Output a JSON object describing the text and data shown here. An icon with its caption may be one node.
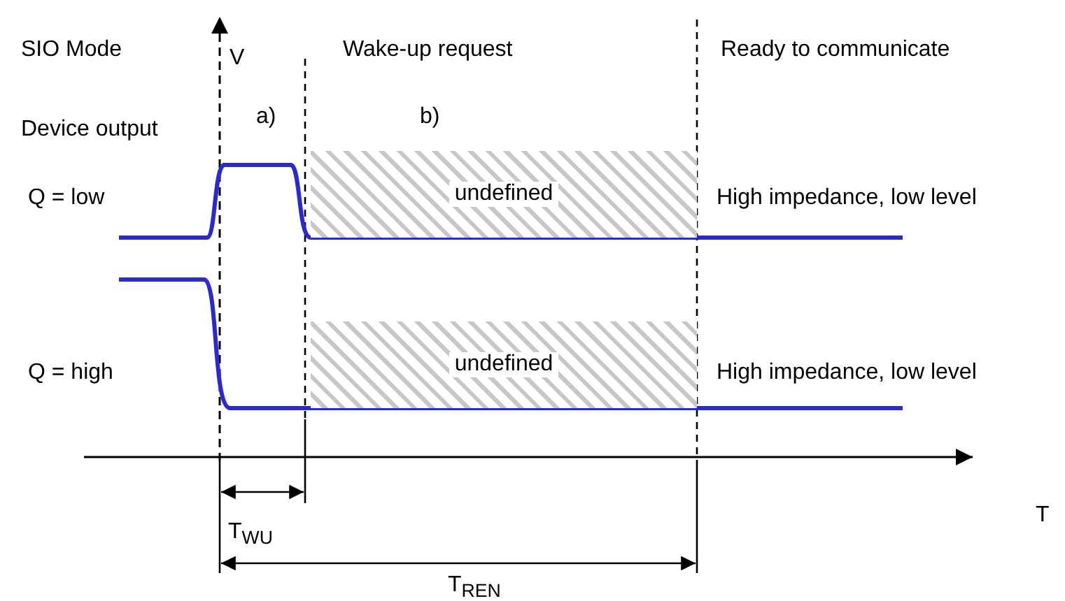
{
  "diagram": {
    "nodes": [
      {
        "text": [
          "undefined"
        ]
      },
      {
        "text": [
          "undefined"
        ]
      }
    ],
    "labels": [
      "SIO Mode",
      "V",
      "Wake-up request",
      "Ready to communicate",
      "Device output",
      "a)",
      "b)",
      "Q = low",
      "High impedance, low level",
      "Q = high",
      "High impedance, low level",
      "T",
      "T$_{WU}$",
      "T$_{REN}$"
    ]
  }
}
